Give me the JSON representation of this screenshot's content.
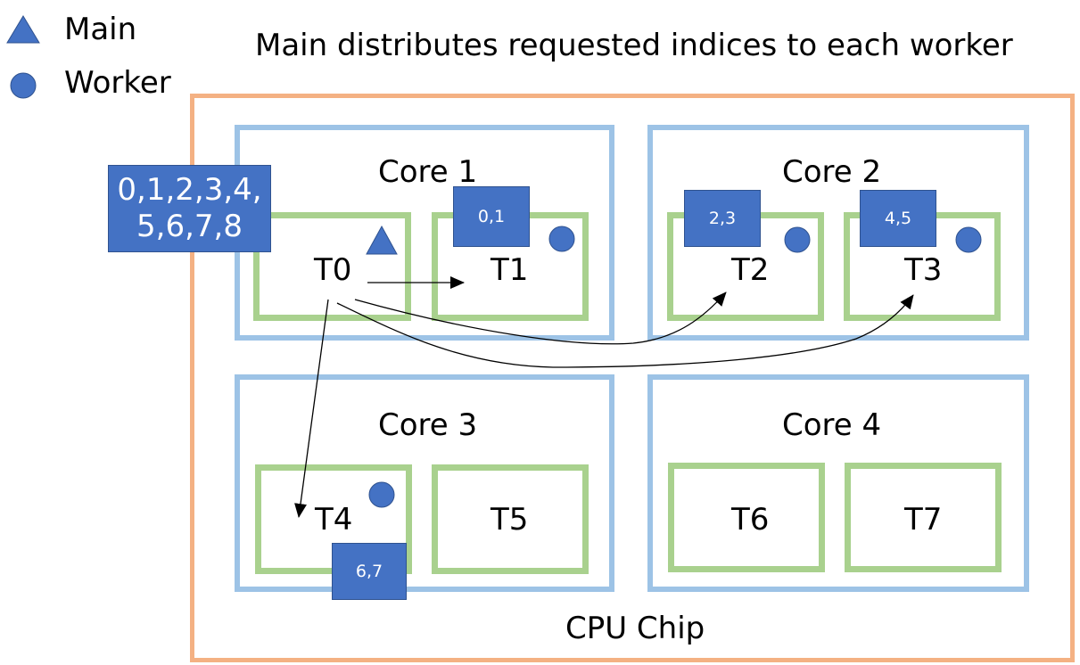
{
  "legend": {
    "items": [
      {
        "icon": "triangle-icon",
        "label": "Main"
      },
      {
        "icon": "circle-icon",
        "label": "Worker"
      }
    ]
  },
  "title": "Main distributes requested indices to each worker",
  "chip": {
    "label": "CPU Chip"
  },
  "cores": [
    {
      "label": "Core 1",
      "threads": [
        "T0",
        "T1"
      ]
    },
    {
      "label": "Core 2",
      "threads": [
        "T2",
        "T3"
      ]
    },
    {
      "label": "Core 3",
      "threads": [
        "T4",
        "T5"
      ]
    },
    {
      "label": "Core 4",
      "threads": [
        "T6",
        "T7"
      ]
    }
  ],
  "indices": {
    "all_line1": "0,1,2,3,4,",
    "all_line2": "5,6,7,8",
    "t1": "0,1",
    "t2": "2,3",
    "t3": "4,5",
    "t4": "6,7"
  },
  "roles": {
    "main_thread": "T0",
    "worker_threads": [
      "T1",
      "T2",
      "T3",
      "T4"
    ]
  },
  "arrows": [
    {
      "from": "T0",
      "to": "T1"
    },
    {
      "from": "T0",
      "to": "T2"
    },
    {
      "from": "T0",
      "to": "T3"
    },
    {
      "from": "T0",
      "to": "T4"
    }
  ],
  "colors": {
    "chip_border": "#f4b183",
    "core_border": "#9dc3e6",
    "thread_border": "#a9d18e",
    "marker_fill": "#4472c4"
  }
}
